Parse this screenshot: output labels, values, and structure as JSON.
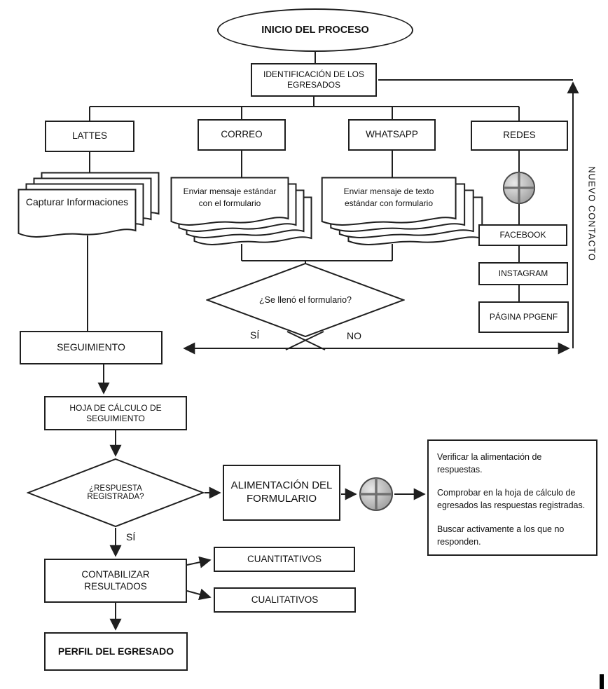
{
  "diagram": {
    "start": "INICIO DEL PROCESO",
    "identificacion": "IDENTIFICACIÓN DE LOS EGRESADOS",
    "channels": {
      "lattes": "LATTES",
      "correo": "CORREO",
      "whatsapp": "WHATSAPP",
      "redes": "REDES"
    },
    "docs": {
      "lattes": "Capturar Informaciones",
      "correo": "Enviar mensaje estándar con el formulario",
      "whatsapp": "Enviar mensaje de texto estándar con formulario"
    },
    "redes_items": {
      "facebook": "FACEBOOK",
      "instagram": "INSTAGRAM",
      "ppgenf": "PÁGINA PPGENF"
    },
    "nuevo_contacto": "NUEVO CONTACTO",
    "decision1": "¿Se llenó el formulario?",
    "decision1_yes": "SÍ",
    "decision1_no": "NO",
    "seguimiento": "SEGUIMIENTO",
    "hoja": "HOJA DE CÁLCULO DE SEGUIMIENTO",
    "decision2": "¿RESPUESTA REGISTRADA?",
    "decision2_yes": "SÍ",
    "alimentacion": "ALIMENTACIÓN DEL FORMULARIO",
    "notes": [
      "Verificar la alimentación de respuestas.",
      "Comprobar en la hoja de cálculo de egresados las respuestas registradas.",
      "Buscar activamente a los que no responden."
    ],
    "contabilizar": "CONTABILIZAR RESULTADOS",
    "cuantitativos": "CUANTITATIVOS",
    "cualitativos": "CUALITATIVOS",
    "perfil": "PERFIL DEL EGRESADO"
  },
  "colors": {
    "stroke": "#1f1f1f",
    "background": "#ffffff",
    "plus_fill": "#b9b9b9"
  }
}
